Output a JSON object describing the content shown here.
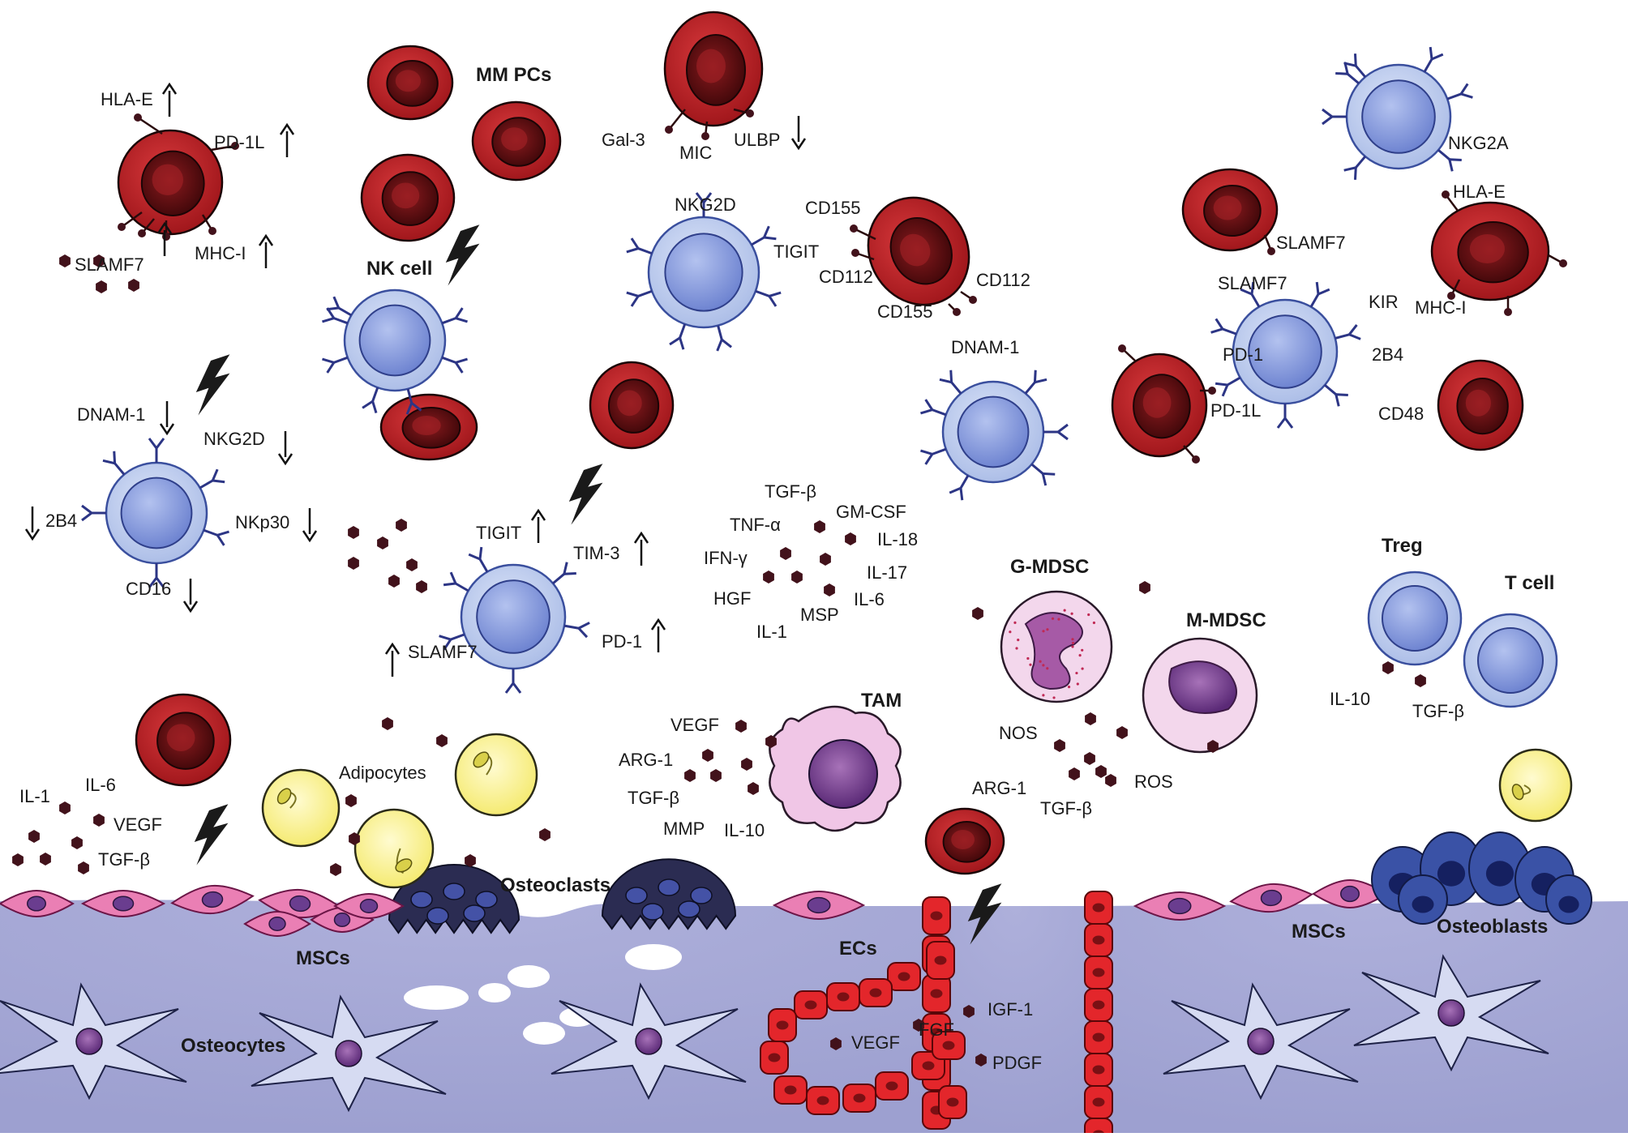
{
  "colors": {
    "bone_matrix": "#a7a9d6",
    "myeloma_cell": "#b51f24",
    "myeloma_nucleus": "#4e0c0f",
    "nk_cell": "#b6c6ec",
    "nk_nucleus": "#7f95d9",
    "receptor": "#2c3585",
    "msc": "#ea7fb4",
    "osteoclast": "#2b2c52",
    "osteoblast": "#3a52a6",
    "endothelial": "#e3262b",
    "adipocyte": "#fbf47a",
    "cytokine": "#42121b",
    "osteocyte": "#d6dbf2"
  },
  "regions": {
    "mm_pcs": "MM PCs",
    "nk_cell": "NK cell",
    "g_mdsc": "G-MDSC",
    "m_mdsc": "M-MDSC",
    "treg": "Treg",
    "t_cell": "T cell",
    "tam": "TAM",
    "adipocytes": "Adipocytes",
    "osteoclasts": "Osteoclasts",
    "mscs_left": "MSCs",
    "mscs_right": "MSCs",
    "osteoblasts": "Osteoblasts",
    "osteocytes": "Osteocytes",
    "ecs": "ECs"
  },
  "labels": {
    "tl_hla_e": "HLA-E",
    "tl_pd1l": "PD-1L",
    "tl_slamf7": "SLAMF7",
    "tl_mhci": "MHC-I",
    "gal3": "Gal-3",
    "mic": "MIC",
    "ulbp": "ULBP",
    "nkg2d_top": "NKG2D",
    "tigit_top": "TIGIT",
    "cd155_a": "CD155",
    "cd112_a": "CD112",
    "cd112_b": "CD112",
    "cd155_b": "CD155",
    "dnam1_mid": "DNAM-1",
    "nkg2a": "NKG2A",
    "tr_hla_e": "HLA-E",
    "tr_slamf7_tumor": "SLAMF7",
    "tr_slamf7_nk": "SLAMF7",
    "kir": "KIR",
    "tr_mhci": "MHC-I",
    "pd1": "PD-1",
    "b2b4_right": "2B4",
    "pd1l_right": "PD-1L",
    "cd48": "CD48",
    "ml_dnam1": "DNAM-1",
    "ml_nkg2d": "NKG2D",
    "ml_2b4": "2B4",
    "ml_nkp30": "NKp30",
    "ml_cd16": "CD16",
    "mc_tigit": "TIGIT",
    "mc_tim3": "TIM-3",
    "mc_pd1": "PD-1",
    "mc_slamf7": "SLAMF7",
    "cy_tgfb": "TGF-β",
    "cy_tnfa": "TNF-α",
    "cy_gmcsf": "GM-CSF",
    "cy_ifng": "IFN-γ",
    "cy_il18": "IL-18",
    "cy_il17": "IL-17",
    "cy_hgf": "HGF",
    "cy_il6": "IL-6",
    "cy_msp": "MSP",
    "cy_il1": "IL-1",
    "tam_vegf": "VEGF",
    "tam_arg1": "ARG-1",
    "tam_tgfb": "TGF-β",
    "tam_mmp": "MMP",
    "tam_il10": "IL-10",
    "md_nos": "NOS",
    "md_arg1": "ARG-1",
    "md_ros": "ROS",
    "md_tgfb": "TGF-β",
    "tc_il10": "IL-10",
    "tc_tgfb": "TGF-β",
    "bl_il1": "IL-1",
    "bl_il6": "IL-6",
    "bl_vegf": "VEGF",
    "bl_tgfb": "TGF-β",
    "ec_igf1": "IGF-1",
    "ec_fgf": "FGF",
    "ec_vegf": "VEGF",
    "ec_pdgf": "PDGF"
  }
}
